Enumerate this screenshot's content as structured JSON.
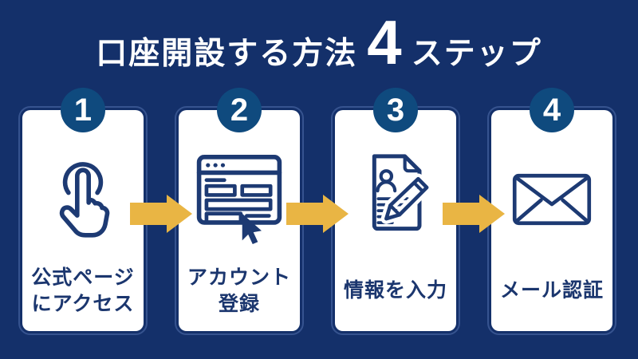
{
  "colors": {
    "background": "#14306A",
    "card_bg": "#FFFFFF",
    "card_outline": "#36538F",
    "badge_bg": "#0F4A7E",
    "badge_text": "#FFFFFF",
    "title_text": "#FFFFFF",
    "label_text": "#1B366E",
    "icon_stroke": "#1D3A73",
    "arrow": "#E9B544"
  },
  "title": {
    "prefix": "口座開設する方法",
    "number": "4",
    "suffix": "ステップ"
  },
  "steps": [
    {
      "number": "1",
      "label_line1": "公式ページ",
      "label_line2": "にアクセス",
      "icon": "tap-finger-icon"
    },
    {
      "number": "2",
      "label_line1": "アカウント",
      "label_line2": "登録",
      "icon": "browser-form-cursor-icon"
    },
    {
      "number": "3",
      "label_line1": "情報を入力",
      "label_line2": "",
      "icon": "document-pencil-icon"
    },
    {
      "number": "4",
      "label_line1": "メール認証",
      "label_line2": "",
      "icon": "envelope-icon"
    }
  ],
  "arrows": [
    {
      "icon": "right-arrow-icon"
    },
    {
      "icon": "right-arrow-icon"
    },
    {
      "icon": "right-arrow-icon"
    }
  ]
}
